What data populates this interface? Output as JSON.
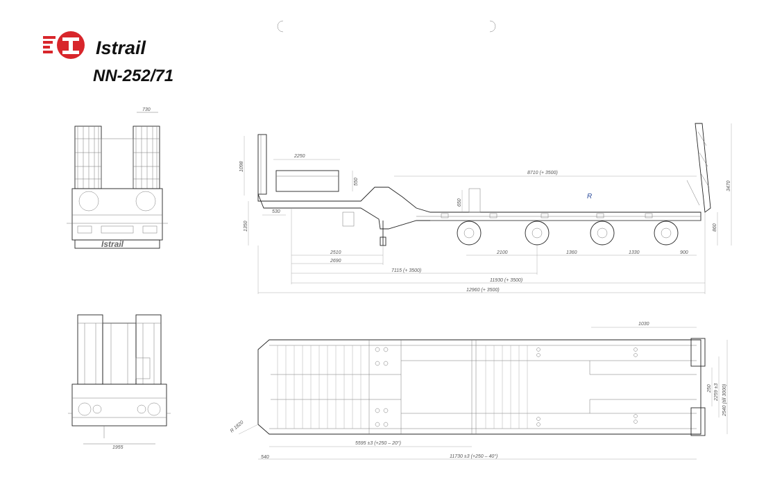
{
  "brand": {
    "name": "Istrail",
    "model": "NN-252/71",
    "logo_color": "#d8262b"
  },
  "view_front": {
    "width_top": "730",
    "side_text": "Istrail"
  },
  "view_rear": {
    "width_bottom": "1955"
  },
  "view_side": {
    "ramp_height": "1098",
    "deck_label": "2250",
    "step_height": "550",
    "kingpin_height": "1350",
    "kingpin_offset": "530",
    "deck_length": "8710 (+ 3500)",
    "gooseneck_height": "650",
    "axle_top_label": "R",
    "rear_height": "3470",
    "rear_height_low": "860",
    "dim_2510": "2510",
    "dim_2690": "2690",
    "dim_2100": "2100",
    "dim_1360": "1360",
    "dim_1330": "1330",
    "dim_900": "900",
    "dim_7115": "7115 (+ 3500)",
    "dim_11930": "11930 (+ 3500)",
    "dim_12960": "12960 (+ 3500)"
  },
  "view_top": {
    "rear_width_label": "1030",
    "width_250": "250",
    "width_2259": "2259 ±3",
    "width_2540": "2540 (till 3000)",
    "swing_radius": "R 1820",
    "dim_5595": "5595 ±3 (+250 – 20°)",
    "dim_540": "540",
    "dim_11730": "11730 ±3 (+250 – 40°)"
  }
}
